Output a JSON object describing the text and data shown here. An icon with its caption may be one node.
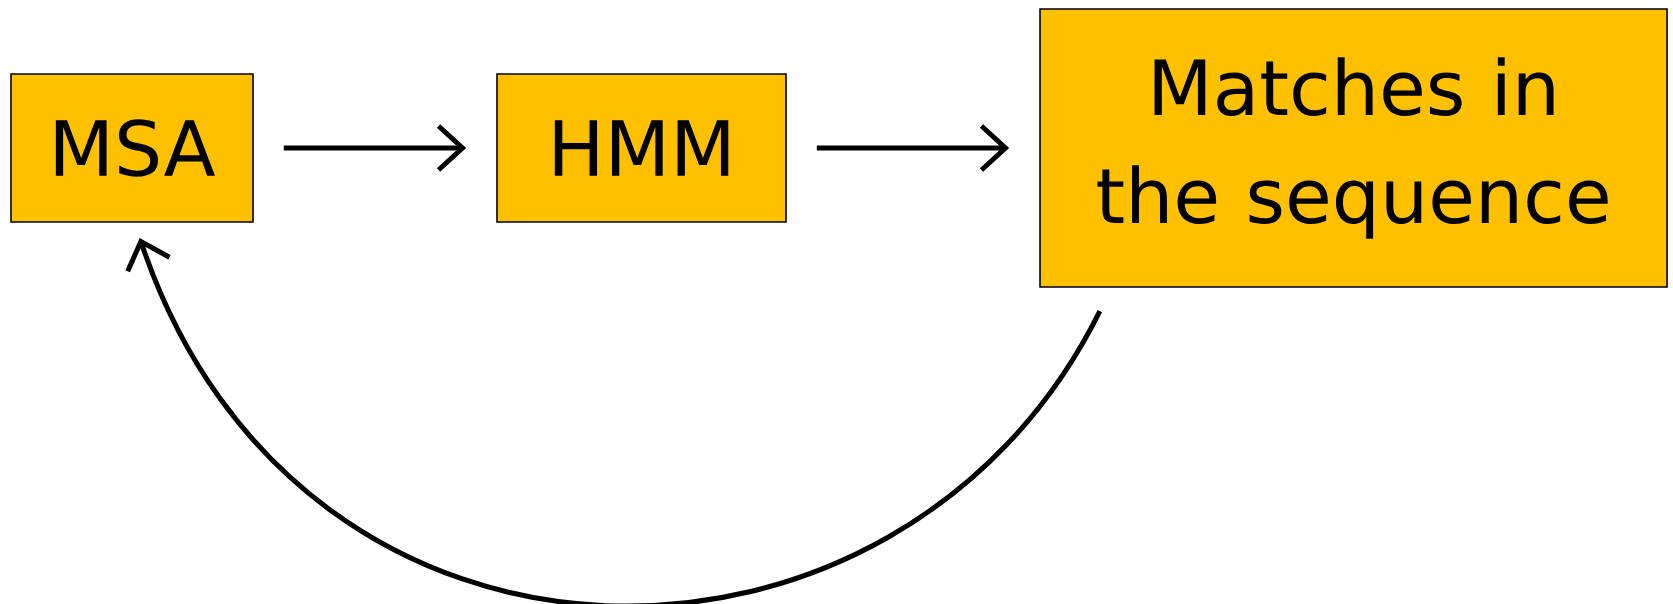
{
  "diagram": {
    "nodes": [
      {
        "text": [
          "MSA"
        ]
      },
      {
        "text": [
          "HMM"
        ]
      },
      {
        "text": [
          "Matches in the sequence"
        ]
      }
    ],
    "edges": [
      {
        "from": 0,
        "to": 1,
        "arrow": "to"
      },
      {
        "from": 1,
        "to": 2,
        "arrow": "to"
      },
      {
        "from": 2,
        "to": 0,
        "arrow": "to"
      }
    ]
  }
}
